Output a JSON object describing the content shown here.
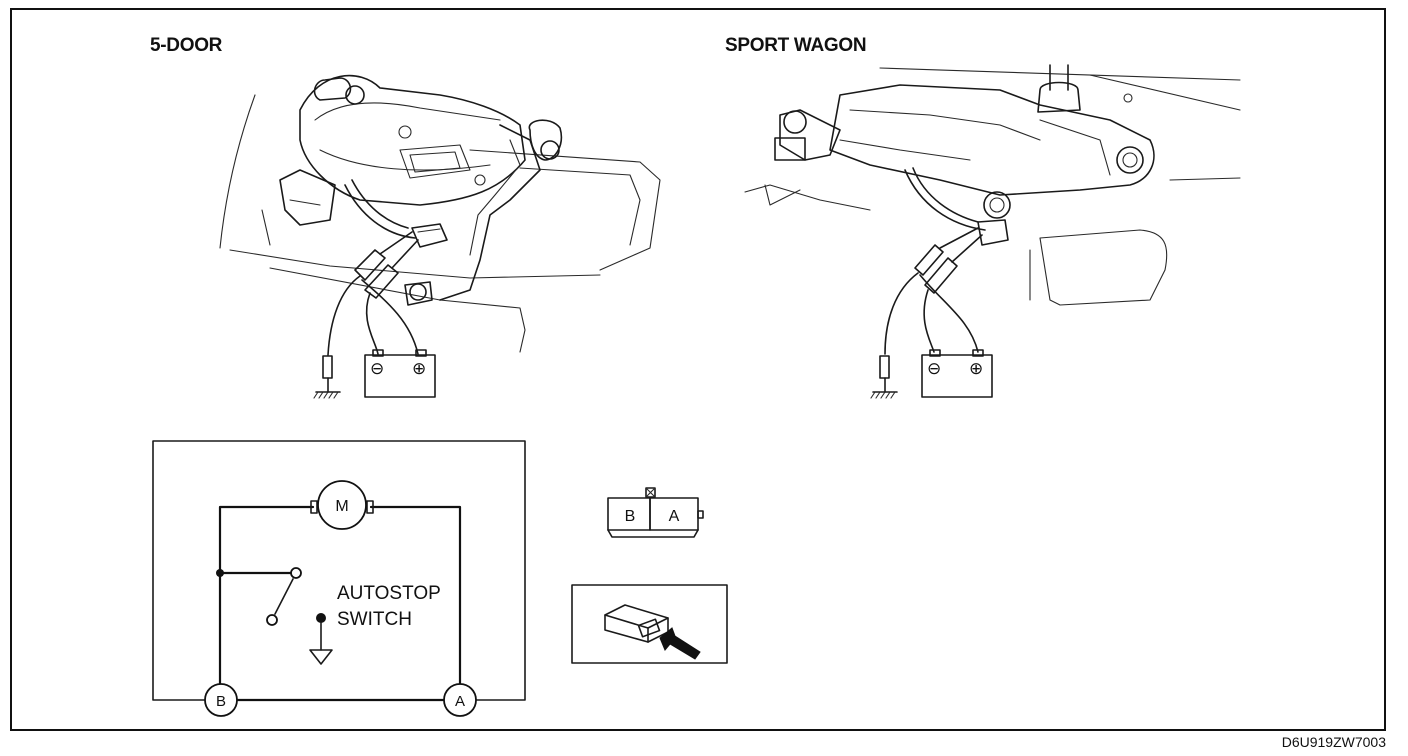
{
  "labels": {
    "five_door": "5-DOOR",
    "sport_wagon": "SPORT WAGON",
    "autostop_line1": "AUTOSTOP",
    "autostop_line2": "SWITCH",
    "motor": "M",
    "terminal_b": "B",
    "terminal_a": "A",
    "connector_b": "B",
    "connector_a": "A",
    "battery_neg": "⊖",
    "battery_pos": "⊕",
    "figure_code": "D6U919ZW7003"
  },
  "icons": [
    "ground-icon",
    "battery-icon",
    "motor-icon",
    "arrow-icon",
    "connector-icon"
  ]
}
